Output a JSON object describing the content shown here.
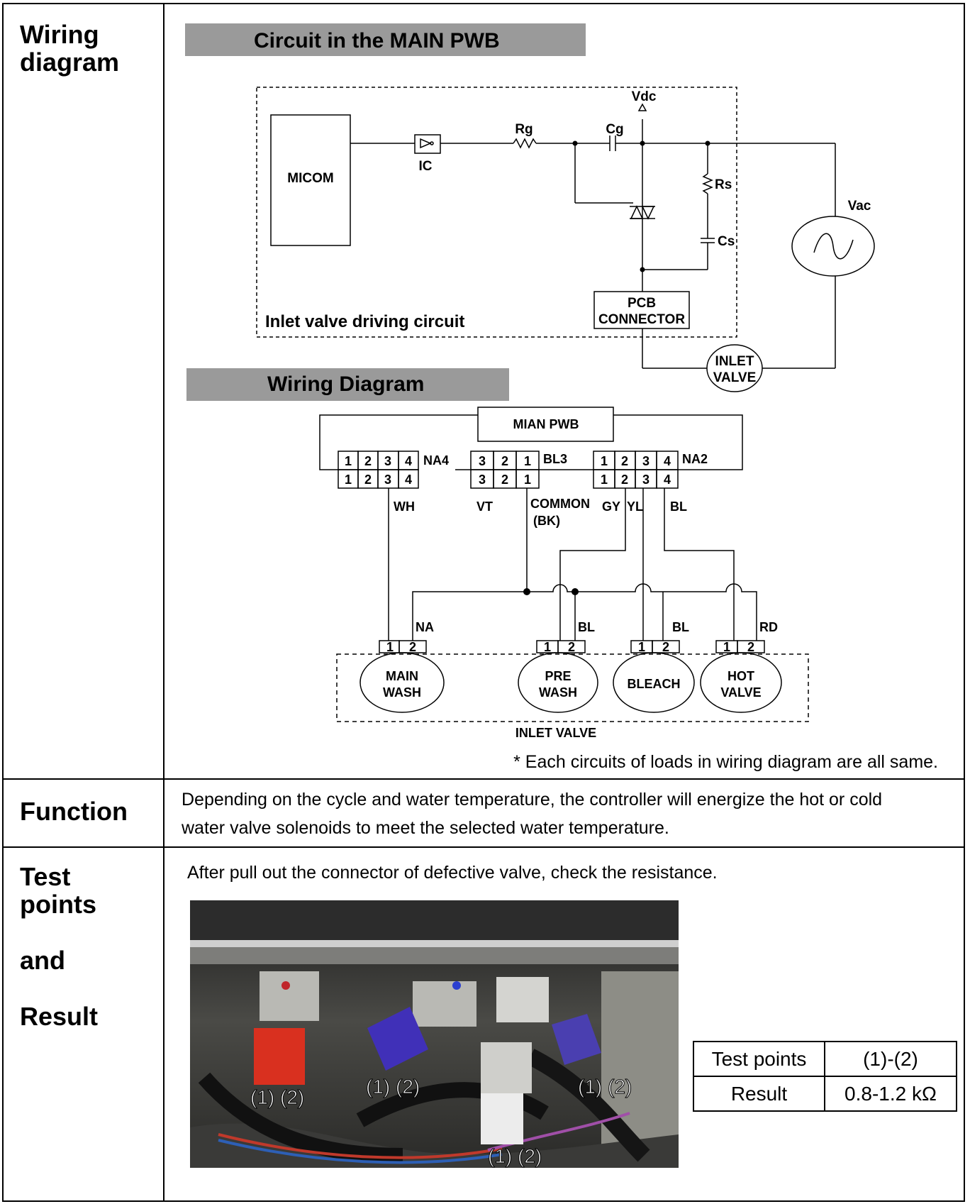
{
  "rows": {
    "wiring": {
      "label_line1": "Wiring",
      "label_line2": "diagram"
    },
    "function": {
      "label": "Function",
      "text_line1": "Depending on the cycle and water temperature, the controller will energize the hot or cold",
      "text_line2": "water valve solenoids to meet the selected water temperature."
    },
    "test": {
      "label_line1": "Test",
      "label_line2": "points",
      "label_line3": "and",
      "label_line4": "Result",
      "instruction": "After pull out the connector of defective valve, check the resistance."
    }
  },
  "circuit": {
    "banner": "Circuit in the MAIN PWB",
    "micom": "MICOM",
    "ic": "IC",
    "rg": "Rg",
    "cg": "Cg",
    "vdc": "Vdc",
    "rs": "Rs",
    "cs": "Cs",
    "vac": "Vac",
    "pcb_line1": "PCB",
    "pcb_line2": "CONNECTOR",
    "caption": "Inlet valve driving circuit",
    "inlet_line1": "INLET",
    "inlet_line2": "VALVE"
  },
  "wiring_diagram": {
    "banner": "Wiring Diagram",
    "board": "MIAN PWB",
    "na4": {
      "name": "NA4",
      "pins": [
        "1",
        "2",
        "3",
        "4"
      ]
    },
    "bl3": {
      "name": "BL3",
      "pins": [
        "3",
        "2",
        "1"
      ]
    },
    "na2": {
      "name": "NA2",
      "pins": [
        "1",
        "2",
        "3",
        "4"
      ]
    },
    "wire_labels": {
      "wh": "WH",
      "vt": "VT",
      "common_line1": "COMMON",
      "common_line2": "(BK)",
      "gy": "GY",
      "yl": "YL",
      "bl_top": "BL",
      "na": "NA",
      "bl1": "BL",
      "bl2": "BL",
      "rd": "RD"
    },
    "valve_pins": [
      "1",
      "2"
    ],
    "valves": {
      "main_line1": "MAIN",
      "main_line2": "WASH",
      "pre_line1": "PRE",
      "pre_line2": "WASH",
      "bleach": "BLEACH",
      "hot_line1": "HOT",
      "hot_line2": "VALVE"
    },
    "group_label": "INLET VALVE",
    "note": "* Each circuits of loads in wiring diagram are all same."
  },
  "photo_labels": {
    "red": "(1) (2)",
    "blue": "(1) (2)",
    "right": "(1) (2)",
    "white": "(1) (2)"
  },
  "result_table": {
    "r1c1": "Test points",
    "r1c2": "(1)-(2)",
    "r2c1": "Result",
    "r2c2": "0.8-1.2 kΩ"
  }
}
